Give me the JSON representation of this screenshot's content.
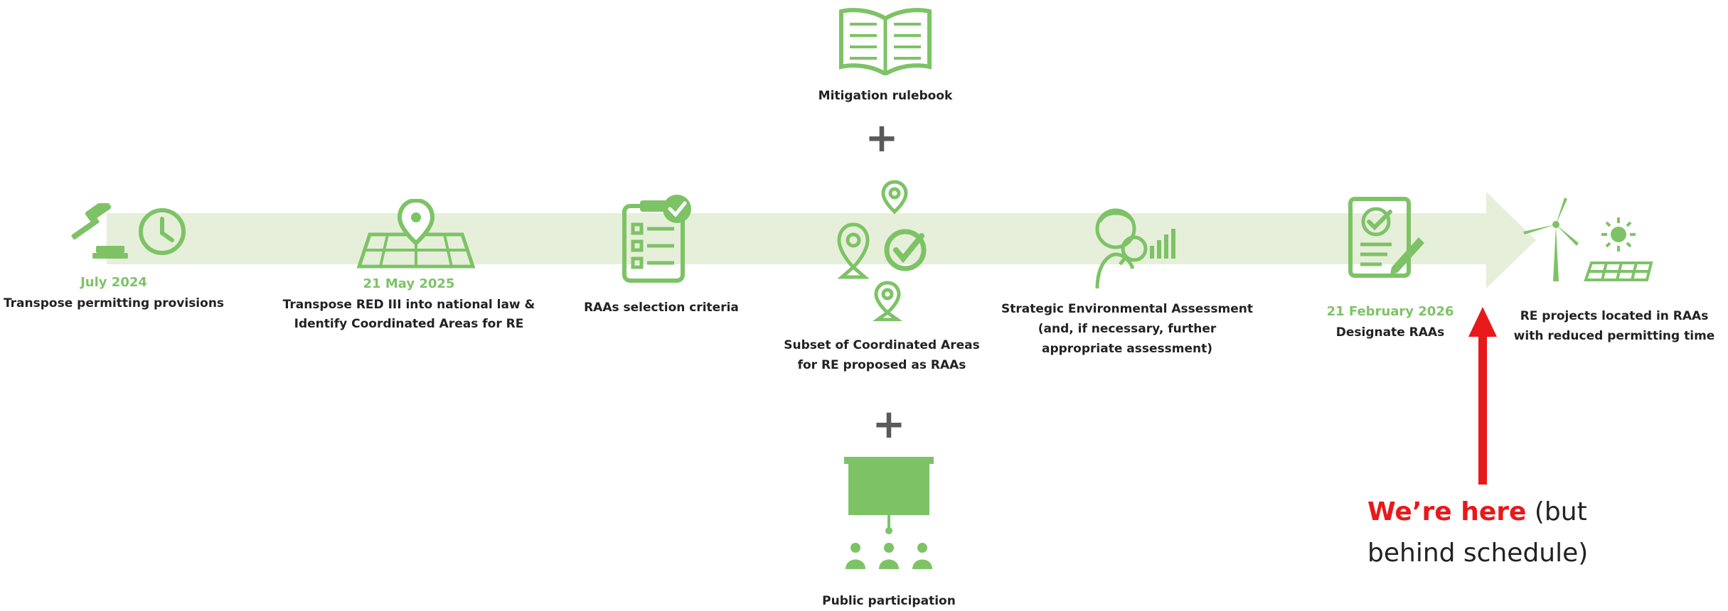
{
  "steps": [
    {
      "date": "July 2024",
      "label": "Transpose permitting provisions"
    },
    {
      "date": "21 May 2025",
      "label_line1": "Transpose RED III into national law &",
      "label_line2": "Identify Coordinated Areas for RE"
    },
    {
      "label": "RAAs selection criteria"
    },
    {
      "label_line1": "Subset of Coordinated Areas",
      "label_line2": "for RE proposed as RAAs"
    },
    {
      "label_line1": "Strategic Environmental Assessment",
      "label_line2": "(and, if necessary, further",
      "label_line3": "appropriate assessment)"
    },
    {
      "date": "21 February 2026",
      "label": "Designate RAAs"
    },
    {
      "label_line1": "RE projects located in RAAs",
      "label_line2": "with reduced permitting time"
    }
  ],
  "top_input": {
    "label": "Mitigation rulebook"
  },
  "bottom_input": {
    "label": "Public participation"
  },
  "plus_symbol": "+",
  "callout": {
    "bold": "We’re here",
    "rest_line1": " (but",
    "rest_line2": "behind schedule)"
  },
  "colors": {
    "accent_green": "#7dc366",
    "band": "#e6efd9",
    "callout_red": "#e8191b"
  }
}
